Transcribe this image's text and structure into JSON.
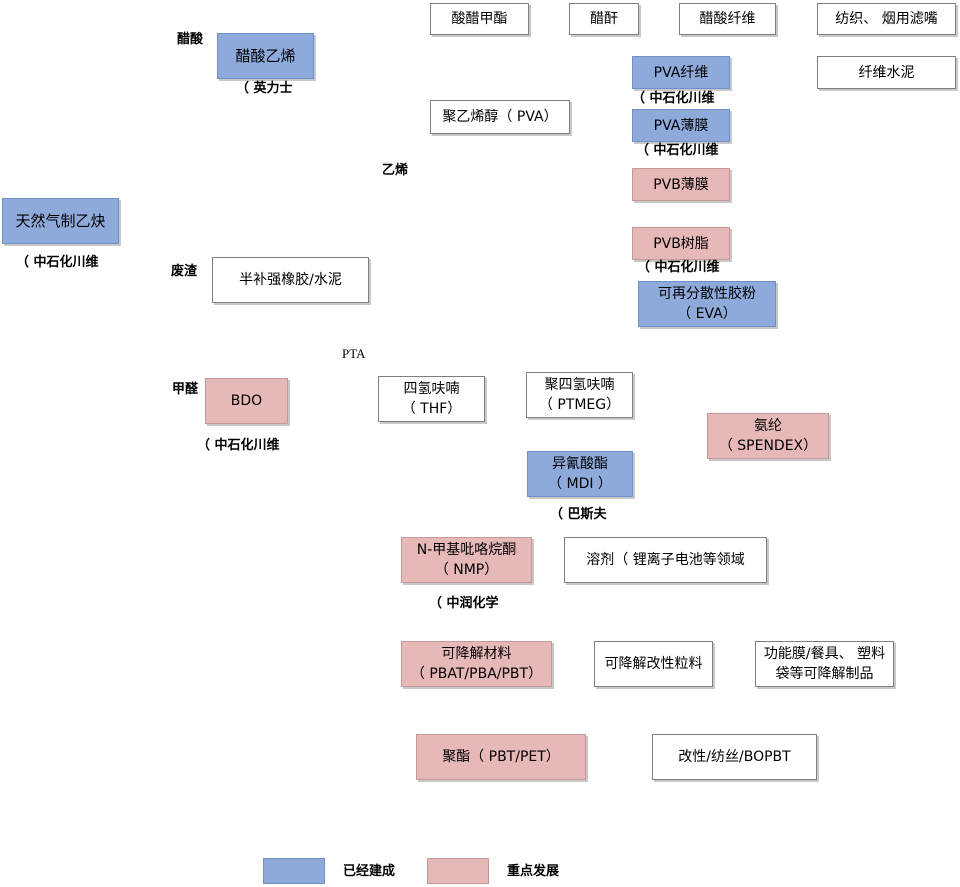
{
  "colors": {
    "built": "#8eaadb",
    "focus": "#e6b8b7",
    "plain": "#ffffff"
  },
  "nodes": {
    "acetylene": "天然气制乙炔",
    "vinyl_acetate": "醋酸乙烯",
    "methyl_acetate": "酸醋甲酯",
    "acetic_anhydride": "醋酐",
    "cellulose_acetate": "醋酸纤维",
    "textile": "纺织、 烟用滤嘴",
    "pva_fiber": "PVA纤维",
    "fiber_cement": "纤维水泥",
    "pva": "聚乙烯醇（ PVA）",
    "pva_film": "PVA薄膜",
    "pvb_film": "PVB薄膜",
    "pvb_resin": "PVB树脂",
    "rubber_cement": "半补强橡胶/水泥",
    "eva_powder_l1": "可再分散性胶粉",
    "eva_powder_l2": "（ EVA）",
    "bdo": "BDO",
    "thf_l1": "四氢呋喃",
    "thf_l2": "（ THF）",
    "ptmeg_l1": "聚四氢呋喃",
    "ptmeg_l2": "（ PTMEG）",
    "spandex_l1": "氨纶",
    "spandex_l2": "（ SPENDEX）",
    "mdi_l1": "异氰酸酯",
    "mdi_l2": "（ MDI ）",
    "nmp_l1": "N-甲基吡咯烷酮",
    "nmp_l2": "（ NMP）",
    "solvent": "溶剂（ 锂离子电池等领域",
    "degradable_l1": "可降解材料",
    "degradable_l2": "（ PBAT/PBA/PBT）",
    "modified_pellets": "可降解改性粒料",
    "products_l1": "功能膜/餐具、 塑料",
    "products_l2": "袋等可降解制品",
    "polyester": "聚酯（ PBT/PET）",
    "bopbt": "改性/纺丝/BOPBT"
  },
  "labels": {
    "acetic_acid": "醋酸",
    "invista": "（ 英力士",
    "zhongshi_1": "（ 中石化川维",
    "ethylene": "乙烯",
    "zhongshi_pva": "（ 中石化川维",
    "zhongshi_pvafilm": "（ 中石化川维",
    "zhongshi_pvb": "（ 中石化川维",
    "waste": "废渣",
    "pta": "PTA",
    "formaldehyde": "甲醛",
    "zhongshi_bdo": "（ 中石化川维",
    "basf": "（ 巴斯夫",
    "runhua": "（ 中润化学"
  },
  "legend": {
    "built": "已经建成",
    "focus": "重点发展"
  }
}
